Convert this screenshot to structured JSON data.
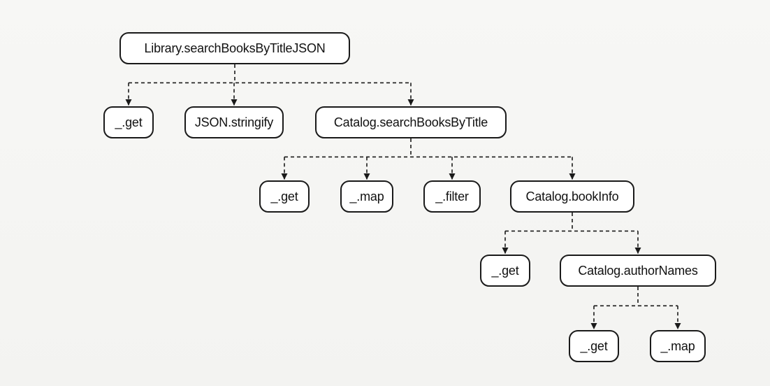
{
  "diagram": {
    "nodes": [
      {
        "id": "n0",
        "label": "Library.searchBooksByTitleJSON"
      },
      {
        "id": "n1",
        "label": "_.get"
      },
      {
        "id": "n2",
        "label": "JSON.stringify"
      },
      {
        "id": "n3",
        "label": "Catalog.searchBooksByTitle"
      },
      {
        "id": "n4",
        "label": "_.get"
      },
      {
        "id": "n5",
        "label": "_.map"
      },
      {
        "id": "n6",
        "label": "_.filter"
      },
      {
        "id": "n7",
        "label": "Catalog.bookInfo"
      },
      {
        "id": "n8",
        "label": "_.get"
      },
      {
        "id": "n9",
        "label": "Catalog.authorNames"
      },
      {
        "id": "n10",
        "label": "_.get"
      },
      {
        "id": "n11",
        "label": "_.map"
      }
    ],
    "edges": [
      {
        "from": "n0",
        "to": [
          "n1",
          "n2",
          "n3"
        ]
      },
      {
        "from": "n3",
        "to": [
          "n4",
          "n5",
          "n6",
          "n7"
        ]
      },
      {
        "from": "n7",
        "to": [
          "n8",
          "n9"
        ]
      },
      {
        "from": "n9",
        "to": [
          "n10",
          "n11"
        ]
      }
    ]
  }
}
